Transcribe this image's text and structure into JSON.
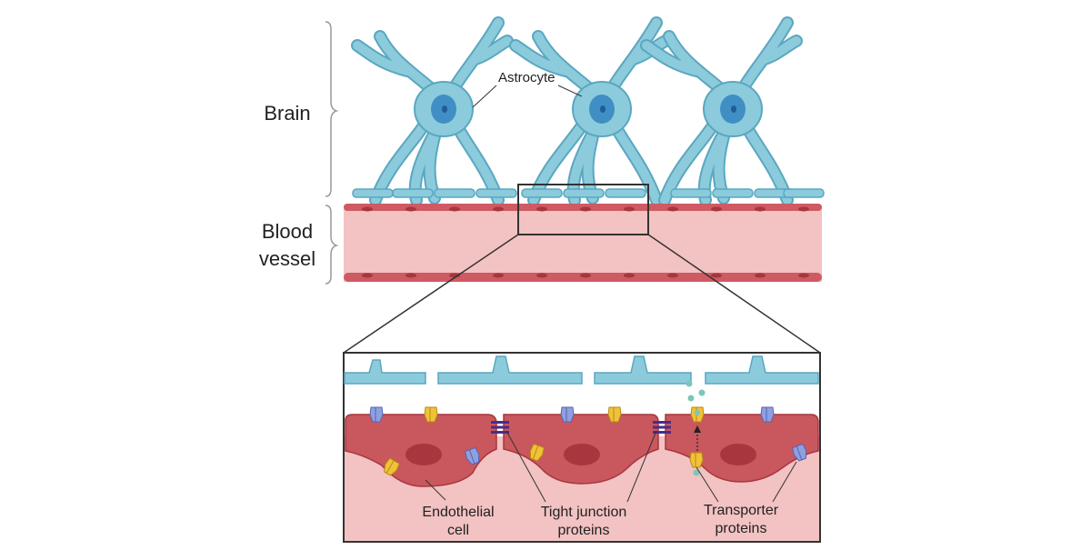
{
  "labels": {
    "brain": "Brain",
    "blood_line1": "Blood",
    "blood_line2": "vessel",
    "astrocyte": "Astrocyte",
    "endothelial_line1": "Endothelial",
    "endothelial_line2": "cell",
    "tight_line1": "Tight junction",
    "tight_line2": "proteins",
    "transporter_line1": "Transporter",
    "transporter_line2": "proteins"
  },
  "colors": {
    "astrocyte_fill": "#8ccbdc",
    "astrocyte_stroke": "#5aa7c0",
    "nucleus": "#3f8fc4",
    "nucleolus": "#1f5d9a",
    "vessel_lumen": "#f3c2c2",
    "vessel_wall": "#cf5a63",
    "endothelial_fill": "#c9575e",
    "endothelial_nucleus": "#a8363f",
    "tight_junction": "#4a2b8a",
    "transporter_yellow": "#f0c23a",
    "transporter_blue": "#8ea0e0",
    "leader_line": "#333333",
    "box_stroke": "#333333"
  },
  "icons": [
    "astrocyte-cell",
    "blood-vessel",
    "tight-junction-protein",
    "transporter-protein",
    "zoom-box"
  ]
}
